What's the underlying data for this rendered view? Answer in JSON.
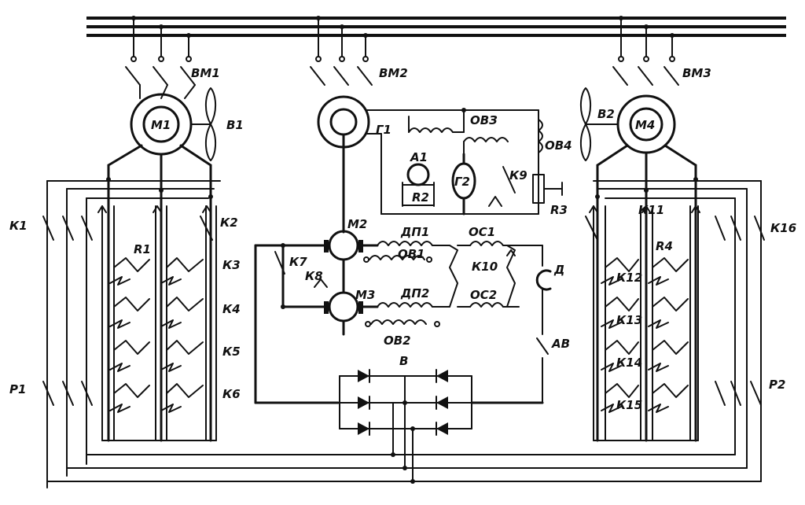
{
  "breakers": {
    "bm1": "ВМ1",
    "bm2": "ВМ2",
    "bm3": "ВМ3"
  },
  "machines": {
    "m1": "М1",
    "m4": "М4",
    "g1": "Г1",
    "g2": "Г2",
    "m2": "М2",
    "m3": "М3"
  },
  "fans": {
    "b1": "В1",
    "b2": "В2"
  },
  "windings": {
    "ov3": "ОВЗ",
    "ov4": "ОВ4",
    "dp1": "ДП1",
    "ov1": "ОВ1",
    "dp2": "ДП2",
    "ov2": "ОВ2",
    "os1": "ОС1",
    "os2": "ОС2"
  },
  "contacts": {
    "k1": "К1",
    "k2": "К2",
    "k3": "К3",
    "k4": "К4",
    "k5": "К5",
    "k6": "К6",
    "k7": "К7",
    "k8": "К8",
    "k9": "К9",
    "k10": "К10",
    "k11": "К11",
    "k12": "К12",
    "k13": "К13",
    "k14": "К14",
    "k15": "К15",
    "k16": "К16"
  },
  "resistors": {
    "r1": "R1",
    "r2": "R2",
    "r3": "R3",
    "r4": "R4"
  },
  "misc": {
    "a1": "А1",
    "p1": "Р1",
    "p2": "Р2",
    "d": "Д",
    "av": "АВ",
    "v": "В"
  }
}
